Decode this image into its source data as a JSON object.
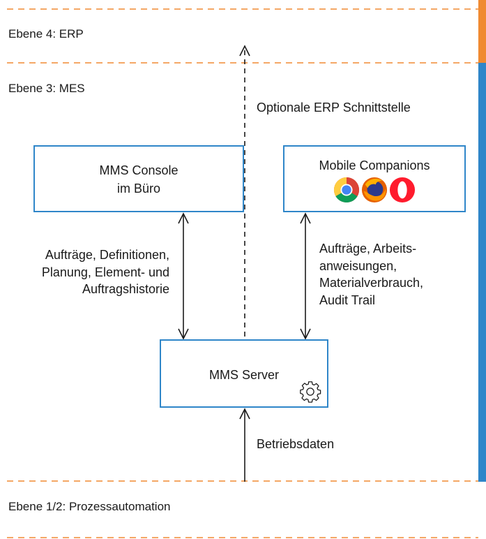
{
  "layers": {
    "erp": "Ebene 4: ERP",
    "mes": "Ebene 3: MES",
    "process": "Ebene 1/2: Prozessautomation"
  },
  "nodes": {
    "console": {
      "line1": "MMS Console",
      "line2": "im Büro"
    },
    "mobile": {
      "title": "Mobile Companions",
      "browser_icons": [
        "chrome-icon",
        "firefox-icon",
        "opera-icon"
      ]
    },
    "server": {
      "title": "MMS Server",
      "icon": "gear-icon"
    }
  },
  "edges": {
    "erp_interface": "Optionale ERP Schnittstelle",
    "console_server": [
      "Aufträge, Definitionen,",
      "Planung, Element- und",
      "Auftragshistorie"
    ],
    "mobile_server": [
      "Aufträge, Arbeits-",
      "anweisungen,",
      "Materialverbrauch,",
      "Audit Trail"
    ],
    "process_server": "Betriebsdaten"
  },
  "colors": {
    "erp_accent": "#f08a32",
    "mes_accent": "#2f86c9",
    "divider": "#f08a32",
    "box_border": "#2f86c9",
    "arrow": "#1a1a1a"
  }
}
